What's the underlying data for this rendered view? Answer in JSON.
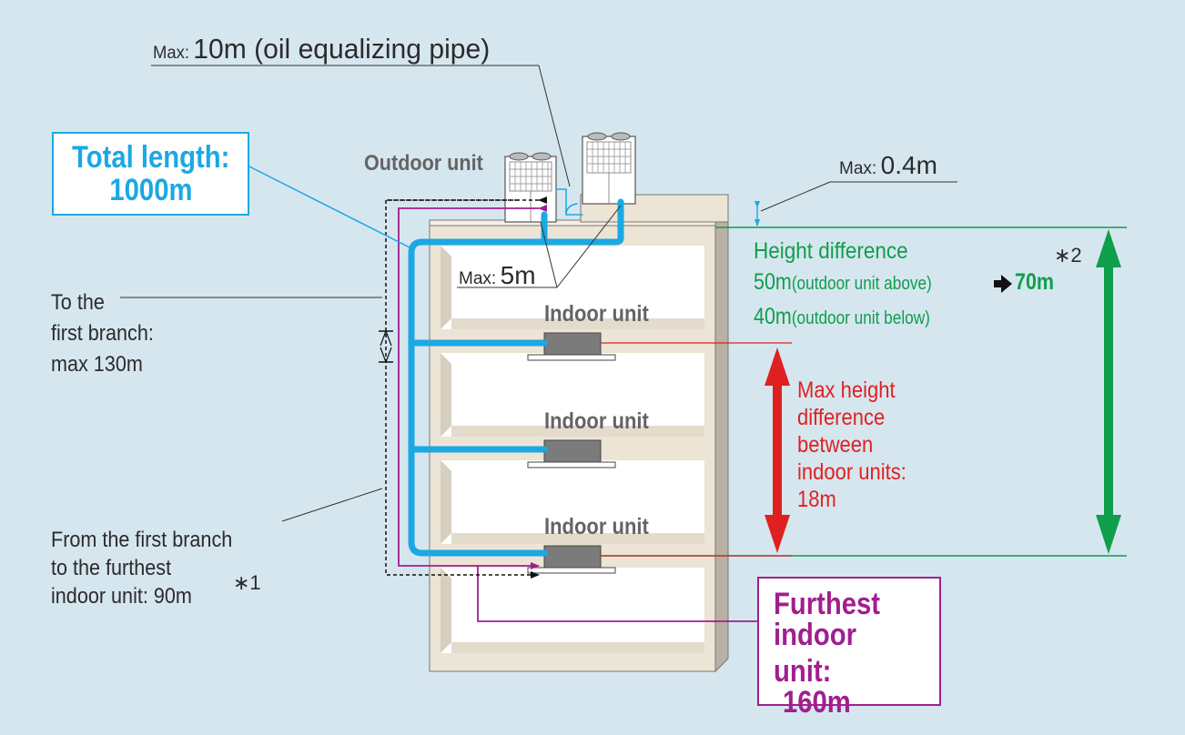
{
  "labels": {
    "oil_pipe": {
      "prefix": "Max:",
      "value": "10m (oil equalizing pipe)"
    },
    "total_length": {
      "line1": "Total length:",
      "line2": "1000m"
    },
    "outdoor_unit": "Outdoor unit",
    "outdoor_spacing": {
      "prefix": "Max:",
      "value": "0.4m"
    },
    "between_outdoor": {
      "prefix": "Max:",
      "value": "5m"
    },
    "height_difference": {
      "title": "Height difference",
      "note_mark": "∗2",
      "above_value": "50m",
      "above_text": "(outdoor unit above)",
      "extended_value": "70m",
      "below_value": "40m",
      "below_text": "(outdoor unit below)"
    },
    "first_branch": {
      "line1": "To the",
      "line2": "first branch:",
      "line3": "max 130m"
    },
    "indoor_units": [
      "Indoor unit",
      "Indoor unit",
      "Indoor unit"
    ],
    "indoor_height": {
      "line1": "Max height",
      "line2": "difference",
      "line3": "between",
      "line4": "indoor units:",
      "line5": "18m"
    },
    "branch_to_furthest": {
      "line1": "From the first branch",
      "line2": "to the furthest",
      "line3": "indoor unit: 90m",
      "note_mark": "∗1"
    },
    "furthest": {
      "line1": "Furthest",
      "line2": "indoor unit:",
      "line3": "160m"
    }
  },
  "colors": {
    "background": "#d6e6ef",
    "building": "#ece4d4",
    "pipe_blue": "#1ba8e3",
    "green": "#0f9e4c",
    "red": "#e02020",
    "magenta": "#a01f8f",
    "text": "#2b2b2b",
    "gray_text": "#646464"
  }
}
